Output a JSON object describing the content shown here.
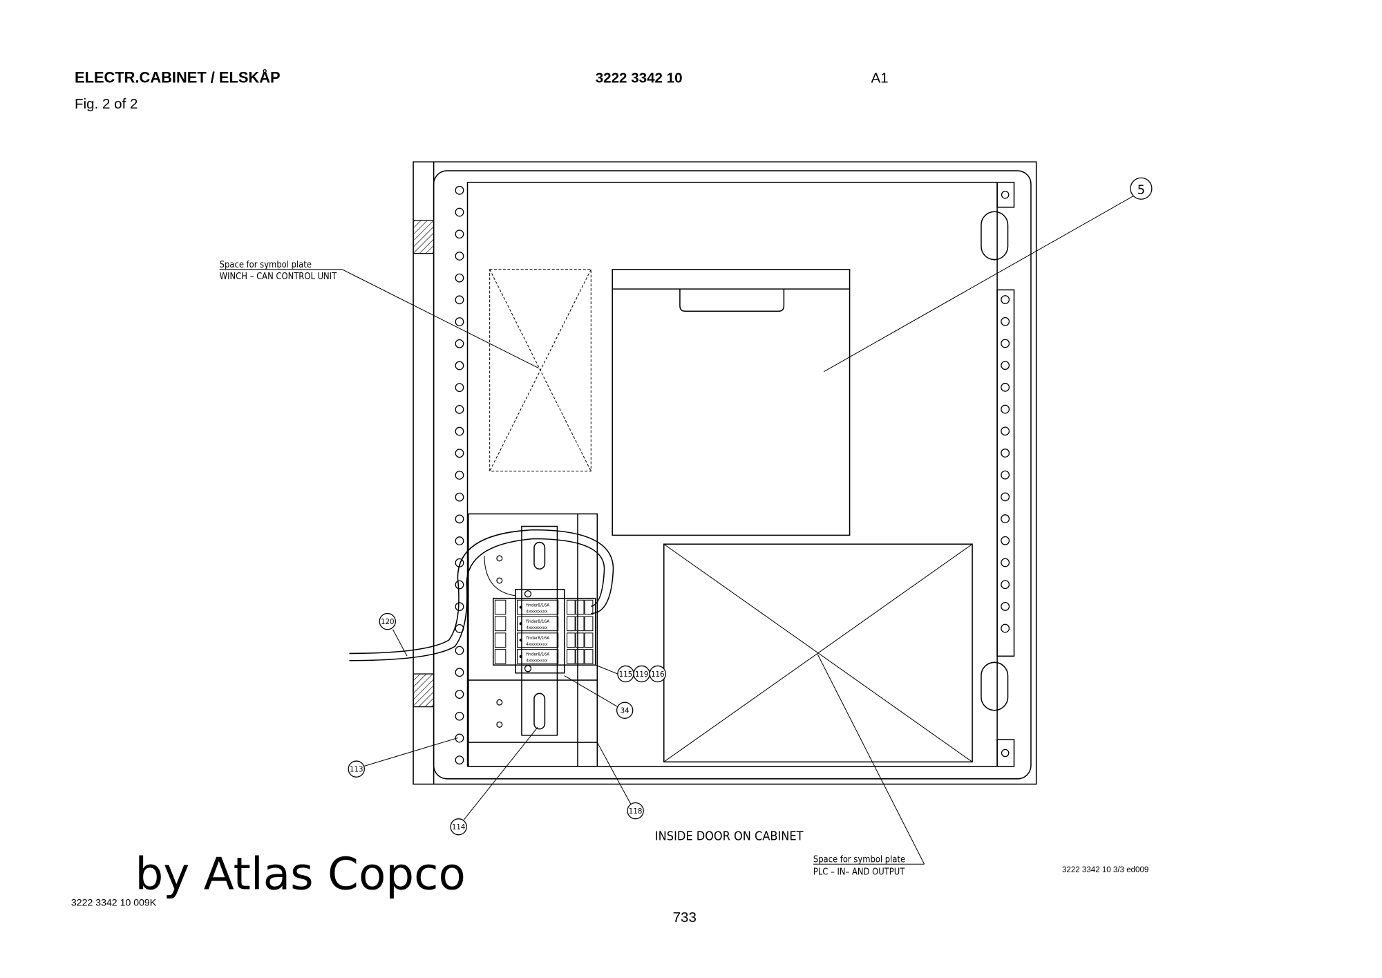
{
  "header": {
    "title": "ELECTR.CABINET / ELSKÅP",
    "figure": "Fig. 2 of 2",
    "part_number": "3222 3342 10",
    "sheet_size": "A1"
  },
  "drawing": {
    "winch_label_line1": "Space for symbol plate",
    "winch_label_line2": "WINCH – CAN CONTROL UNIT",
    "plc_label_line1": "Space for symbol plate",
    "plc_label_line2": "PLC – IN– AND OUTPUT",
    "caption": "INSIDE DOOR ON CABINET",
    "relay_label": "finder8/16A",
    "relay_code": "4xxxxxxxx",
    "callouts": [
      "5",
      "120",
      "115",
      "119",
      "116",
      "34",
      "113",
      "114",
      "118"
    ]
  },
  "footer": {
    "drawing_ref": "3222 3342 10 3/3 ed009",
    "doc_ref": "3222 3342 10  009K",
    "watermark": "by Atlas Copco",
    "page_number": "733"
  }
}
